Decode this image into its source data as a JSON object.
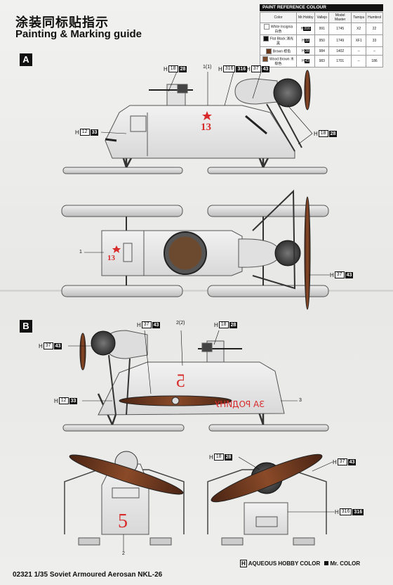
{
  "title_cn": "涂装同标贴指示",
  "title_en": "Painting & Marking guide",
  "paint_table": {
    "title": "PAINT REFERENCE COLOUR",
    "columns": [
      "Color",
      "Mr.Hobby",
      "Vallejo",
      "Model Master",
      "Tamiya",
      "Humbrol"
    ],
    "rows": [
      {
        "color": "White Insignia 白色",
        "hobby_h": "H",
        "hobby_code": "316",
        "vallejo": "991",
        "mm": "1745",
        "tamiya": "X2",
        "humbrol": "22",
        "swatch": "#ffffff"
      },
      {
        "color": "Flat Black 消光黑",
        "hobby_h": "H",
        "hobby_code": "33",
        "vallejo": "950",
        "mm": "1749",
        "tamiya": "XF1",
        "humbrol": "33",
        "swatch": "#111111"
      },
      {
        "color": "Brown 棕色",
        "hobby_h": "H",
        "hobby_code": "28",
        "vallejo": "984",
        "mm": "1402",
        "tamiya": "–",
        "humbrol": "–",
        "swatch": "#6a3a1e"
      },
      {
        "color": "Wood Brown 木棕色",
        "hobby_h": "H",
        "hobby_code": "43",
        "vallejo": "983",
        "mm": "1701",
        "tamiya": "–",
        "humbrol": "186",
        "swatch": "#7a4a2a"
      }
    ]
  },
  "section_a": {
    "badge": "A",
    "labels": {
      "h18_28": {
        "h": "H",
        "hobby": "18",
        "mr": "28"
      },
      "h316_316": {
        "h": "H",
        "hobby": "316",
        "mr": "316"
      },
      "h37_43": {
        "h": "H",
        "hobby": "37",
        "mr": "43"
      },
      "h12_33": {
        "h": "H",
        "hobby": "12",
        "mr": "33"
      },
      "h18_28b": {
        "h": "H",
        "hobby": "18",
        "mr": "28"
      },
      "h37_43b": {
        "h": "H",
        "hobby": "37",
        "mr": "43"
      },
      "decal_1_1": "1(1)",
      "decal_1": "1"
    },
    "side_number": "13"
  },
  "section_b": {
    "badge": "B",
    "labels": {
      "h37_43": {
        "h": "H",
        "hobby": "37",
        "mr": "43"
      },
      "h18_28": {
        "h": "H",
        "hobby": "18",
        "mr": "28"
      },
      "h37_43_left": {
        "h": "H",
        "hobby": "37",
        "mr": "43"
      },
      "h12_33": {
        "h": "H",
        "hobby": "12",
        "mr": "33"
      },
      "decal_2_2": "2(2)",
      "decal_3": "3",
      "decal_2": "2",
      "h18_28_rear": {
        "h": "H",
        "hobby": "18",
        "mr": "28"
      },
      "h37_43_rear": {
        "h": "H",
        "hobby": "37",
        "mr": "43"
      },
      "h316_316_rear": {
        "h": "H",
        "hobby": "316",
        "mr": "316"
      }
    },
    "side_number": "5",
    "slogan": "ЗА РОДИНУ"
  },
  "footer": {
    "model": "02321  1/35  Soviet Armoured Aerosan NKL-26",
    "legend_h": "H",
    "legend_aqueous": "AQUEOUS HOBBY COLOR",
    "legend_mr": "Mr. COLOR"
  },
  "colors": {
    "body": "#e6e6e6",
    "outline": "#555555",
    "ski": "#d4d4d4",
    "prop": "#6b3a22",
    "decal_red": "#d82a2a"
  }
}
